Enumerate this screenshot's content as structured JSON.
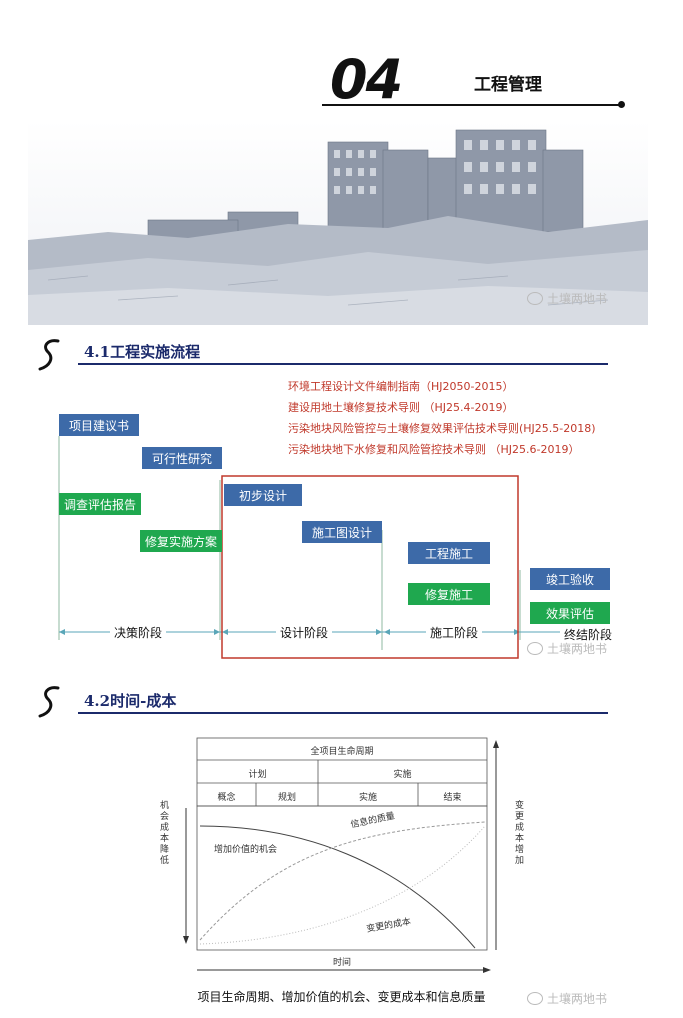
{
  "header": {
    "chapter_number": "04",
    "chapter_title": "工程管理"
  },
  "watermark": "土壤两地书",
  "section1": {
    "title": "4.1工程实施流程",
    "references": [
      "环境工程设计文件编制指南（HJ2050-2015）",
      "建设用地土壤修复技术导则 （HJ25.4-2019）",
      "污染地块风险管控与土壤修复效果评估技术导则(HJ25.5-2018)",
      "污染地块地下水修复和风险管控技术导则 （HJ25.6-2019）"
    ],
    "boxes": {
      "proposal": "项目建议书",
      "feasibility": "可行性研究",
      "investigation": "调查评估报告",
      "remediation_plan": "修复实施方案",
      "preliminary_design": "初步设计",
      "construction_drawing": "施工图设计",
      "engineering_construction": "工程施工",
      "remediation_construction": "修复施工",
      "completion_acceptance": "竣工验收",
      "effect_evaluation": "效果评估"
    },
    "stages": {
      "decision": "决策阶段",
      "design": "设计阶段",
      "construction": "施工阶段",
      "final": "终结阶段"
    }
  },
  "section2": {
    "title": "4.2时间-成本",
    "table": {
      "row1": "全项目生命周期",
      "row2": [
        "计划",
        "实施"
      ],
      "row3": [
        "概念",
        "规划",
        "实施",
        "结束"
      ]
    },
    "left_axis_label": "机会成本降低",
    "right_axis_label": "变更成本增加",
    "x_axis_label": "时间",
    "curve_labels": {
      "value": "增加价值的机会",
      "info": "信息的质量",
      "change": "变更的成本"
    },
    "caption": "项目生命周期、增加价值的机会、变更成本和信息质量"
  },
  "colors": {
    "blue_box": "#3d6aa8",
    "green_box": "#1fa84f",
    "navy": "#1b2a6b",
    "reference_red": "#c0392b",
    "frame_red": "#c0392b"
  }
}
